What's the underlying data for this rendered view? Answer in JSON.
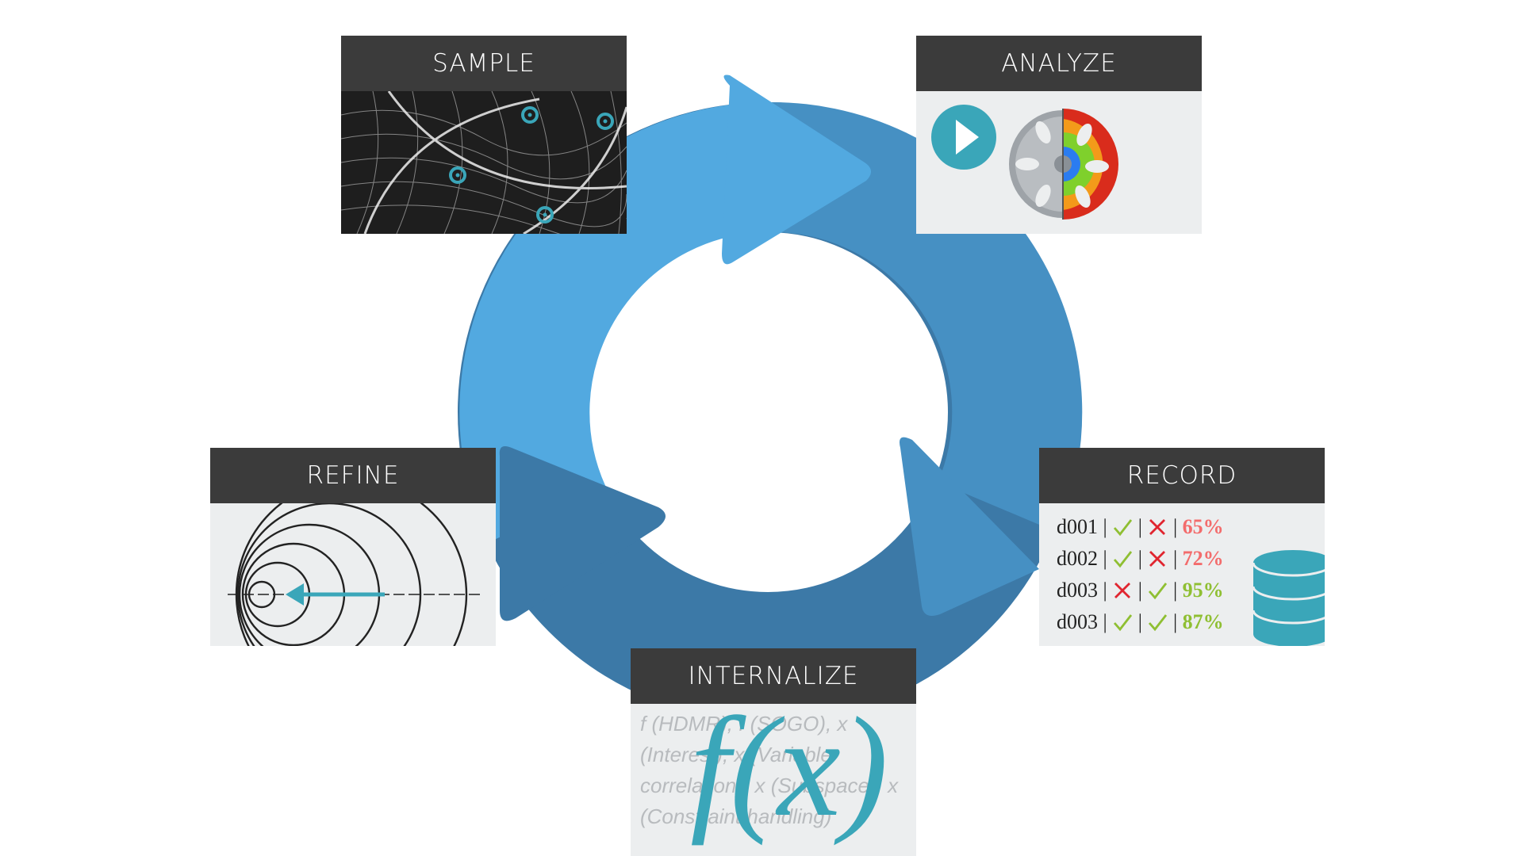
{
  "colors": {
    "ring_light": "#52a9e0",
    "ring_mid": "#4690c3",
    "ring_dark": "#3c79a7",
    "header_bg": "#3b3b3b",
    "panel_bg": "#eceeef",
    "accent_teal": "#3aa6b9",
    "bad_red": "#f36c6c",
    "good_green": "#8fbf32"
  },
  "cards": {
    "sample": {
      "title": "SAMPLE"
    },
    "analyze": {
      "title": "ANALYZE",
      "icons": [
        "play-icon",
        "wheel-stress-icon"
      ]
    },
    "record": {
      "title": "RECORD",
      "rows": [
        {
          "id": "d001",
          "sep": "|",
          "check1": "check-icon",
          "check2": "cross-icon",
          "pct": "65%",
          "status": "bad"
        },
        {
          "id": "d002",
          "sep": "|",
          "check1": "check-icon",
          "check2": "cross-icon",
          "pct": "72%",
          "status": "bad"
        },
        {
          "id": "d003",
          "sep": "|",
          "check1": "cross-icon",
          "check2": "check-icon",
          "pct": "95%",
          "status": "good"
        },
        {
          "id": "d003",
          "sep": "|",
          "check1": "check-icon",
          "check2": "check-icon",
          "pct": "87%",
          "status": "good"
        }
      ],
      "icon": "database-icon"
    },
    "internalize": {
      "title": "INTERNALIZE",
      "text": "f (HDMR), f (SOGO), x (Interest), x (Variable correlation), x (Subspace), x (Constraint handling)",
      "formula": "f(x)"
    },
    "refine": {
      "title": "REFINE",
      "icon": "contour-arrow-icon"
    }
  }
}
